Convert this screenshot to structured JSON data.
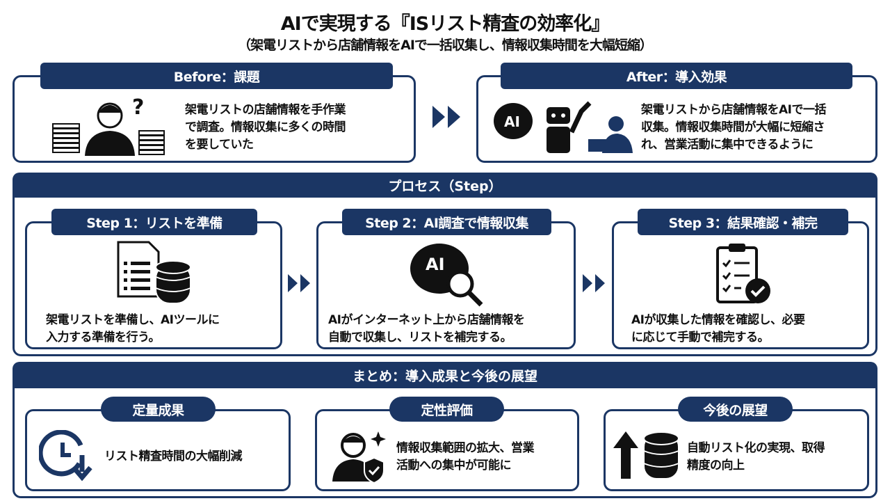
{
  "title": "AIで実現する『ISリスト精査の効率化』",
  "subtitle": "（架電リストから店舗情報をAIで一括収集し、情報収集時間を大幅短縮）",
  "colors": {
    "navy": "#1b3664"
  },
  "before": {
    "header": "Before：課題",
    "lines": [
      "架電リストの店舗情報を手作業",
      "で調査。情報収集に多くの時間",
      "を要していた"
    ]
  },
  "after": {
    "header": "After：導入効果",
    "lines": [
      "架電リストから店舗情報をAIで一括",
      "収集。情報収集時間が大幅に短縮さ",
      "れ、営業活動に集中できるように"
    ],
    "icon_label": "AI"
  },
  "process": {
    "header": "プロセス（Step）",
    "steps": [
      {
        "label": "Step 1：リストを準備",
        "lines": [
          "架電リストを準備し、AIツールに",
          "入力する準備を行う。"
        ]
      },
      {
        "label": "Step 2：AI調査で情報収集",
        "lines": [
          "AIがインターネット上から店舗情報を",
          "自動で収集し、リストを補完する。"
        ],
        "icon_label": "AI"
      },
      {
        "label": "Step 3：結果確認・補完",
        "lines": [
          "AIが収集した情報を確認し、必要",
          "に応じて手動で補完する。"
        ]
      }
    ]
  },
  "summary": {
    "header": "まとめ：導入成果と今後の展望",
    "items": [
      {
        "label": "定量成果",
        "lines": [
          "リスト精査時間の大幅削減"
        ]
      },
      {
        "label": "定性評価",
        "lines": [
          "情報収集範囲の拡大、営業",
          "活動への集中が可能に"
        ]
      },
      {
        "label": "今後の展望",
        "lines": [
          "自動リスト化の実現、取得",
          "精度の向上"
        ]
      }
    ]
  }
}
